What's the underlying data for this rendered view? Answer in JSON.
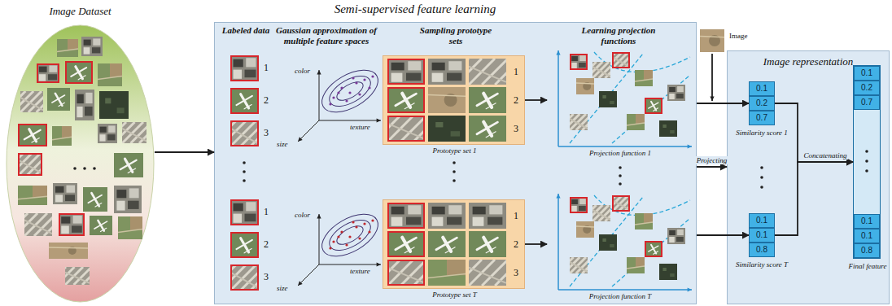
{
  "diagram": {
    "nodes": [
      {
        "text": [
          "Image Dataset"
        ]
      },
      {
        "text": [
          "Semi-supervised feature learning"
        ]
      },
      {
        "text": [
          "1",
          "2",
          "3",
          "Prototype set 1"
        ],
        "in": 1
      },
      {
        "text": [
          "Projection function 1"
        ],
        "in": 1
      },
      {
        "text": [
          "1",
          "2",
          "3",
          "Prototype set T"
        ],
        "in": 1
      },
      {
        "text": [
          "Projection function T"
        ],
        "in": 1
      },
      {
        "text": [
          "Image"
        ]
      },
      {
        "text": [
          "Image representation"
        ]
      },
      {
        "text": [
          "0.1",
          "0.2",
          "0.7",
          "Similarity score 1"
        ],
        "in": 7
      },
      {
        "text": [
          "0.1",
          "0.1",
          "0.8",
          "Similarity score T"
        ],
        "in": 7
      },
      {
        "text": [
          "0.1",
          "0.2",
          "0.7",
          "0.1",
          "0.1",
          "0.8",
          "Final feature"
        ],
        "in": 7
      }
    ],
    "edges": [
      {
        "from": 0,
        "to": 1,
        "arrow": "to"
      },
      {
        "from": 2,
        "to": 3,
        "arrow": "to"
      },
      {
        "from": 4,
        "to": 5,
        "arrow": "to"
      },
      {
        "from": 1,
        "to": 8,
        "arrow": "to"
      },
      {
        "from": 1,
        "to": 7,
        "label": "Projecting",
        "arrow": "to"
      },
      {
        "from": 1,
        "to": 9,
        "arrow": "to"
      },
      {
        "from": 8,
        "to": 10,
        "label": "Concatenating",
        "arrow": "to"
      },
      {
        "from": 9,
        "to": 10,
        "arrow": "to"
      }
    ],
    "labels": [
      "Labeled data",
      "Gaussian approximation of multiple feature spaces",
      "Sampling prototype sets",
      "Learning projection functions",
      "1",
      "2",
      "3",
      "color",
      "size",
      "texture",
      "1",
      "2",
      "3",
      "color",
      "size",
      "texture"
    ]
  }
}
